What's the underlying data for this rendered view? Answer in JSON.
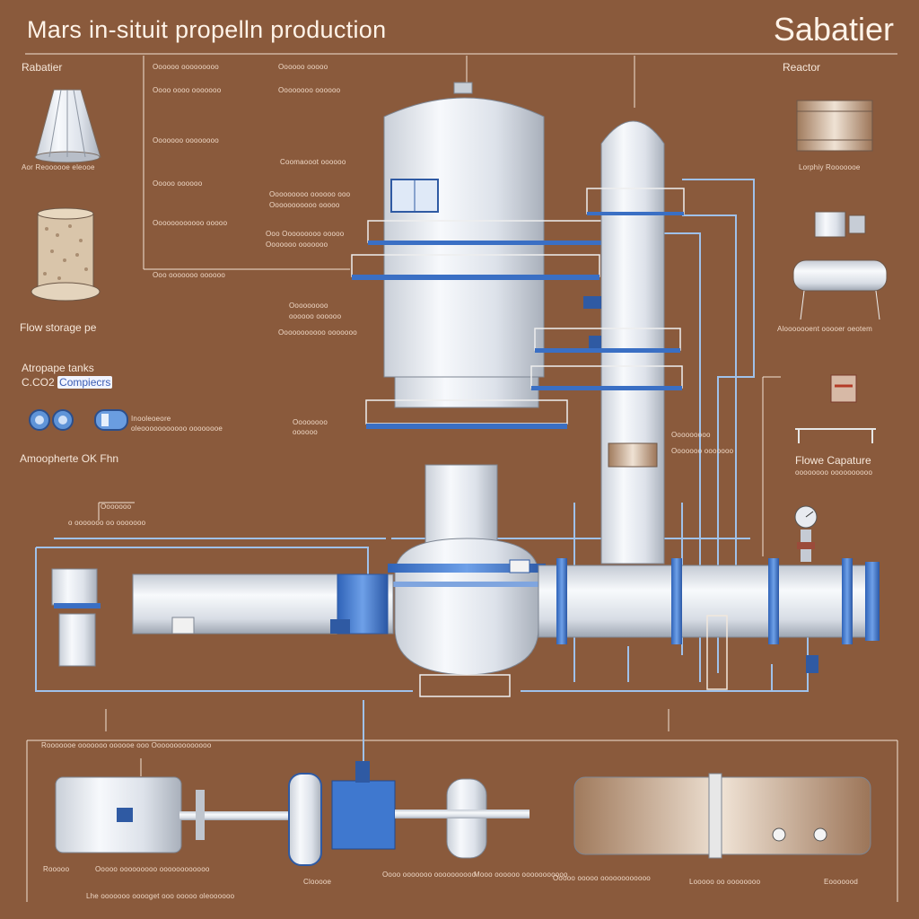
{
  "header": {
    "title": "Mars in-situit propelln production",
    "brand": "Sabatier"
  },
  "left_panel": {
    "rabatier": "Rabatier",
    "cone_caption": "Aor Reoooooe eleooe",
    "flow_storage": "Flow storage pe",
    "atm_tanks": "Atropape tanks",
    "co2": "C.CO2",
    "co2_badge": "Compiecrs",
    "atm_ok": "Amoopherte OK Fhn",
    "pill_caption_1": "Inooleoeore",
    "pill_caption_2": "oleooooooooooo oooooooe"
  },
  "right_panel": {
    "reactor": "Reactor",
    "reactor_caption": "Lorphiy Rooooooe",
    "separator_caption": "Alooooooent ooooer oeotem",
    "flow_capture": "Flowe Capature",
    "flow_capture_sub": "oooooooo oooooooooo"
  },
  "callouts": {
    "top_left_1": "Oooooo ooooooooo",
    "top_left_2": "Oooo oooo ooooooo",
    "top_left_3": "Ooooooo oooooooo",
    "top_left_4": "Ooooo oooooo",
    "top_mid_1": "Oooooo ooooo",
    "top_mid_2": "Oooooooo oooooo",
    "column_caption": "Coomaooot oooooo",
    "warn_1": "Ooooooooo oooooo ooo",
    "warn_2": "Ooooooooooo ooooo",
    "mid_1": "Oooooooooooo ooooo",
    "mid_2": "Ooo Ooooooooo ooooo",
    "mid_3": "Ooooooo ooooooo",
    "mid_4": "Ooo ooooooo oooooo",
    "pump_1": "Ooooooooo",
    "pump_2": "oooooo oooooo",
    "dots": "Ooooooooooo ooooooo",
    "col_side_1": "Ooooooooo",
    "col_side_2": "Ooooooo ooooooo",
    "nozzle": "Ooooooo",
    "nozzle_sub": "o ooooooo oo ooooooo",
    "a_caption": "Oooooooo",
    "a_caption_2": "oooooo"
  },
  "bottom_panel": {
    "heading": "Rooooooe ooooooo oooooe ooo Oooooooooooooo",
    "captions": [
      "Rooooo",
      "Ooooo ooooooooo oooooooooooo",
      "Clooooe",
      "Oooo ooooooo oooooooooo",
      "Mooo oooooo ooooooooooo",
      "Ooooo ooooo oooooooooooo",
      "Looooo oo oooooooo",
      "Eooooood"
    ],
    "footnote": "Lhe ooooooo ooooget ooo ooooo oleoooooo"
  }
}
